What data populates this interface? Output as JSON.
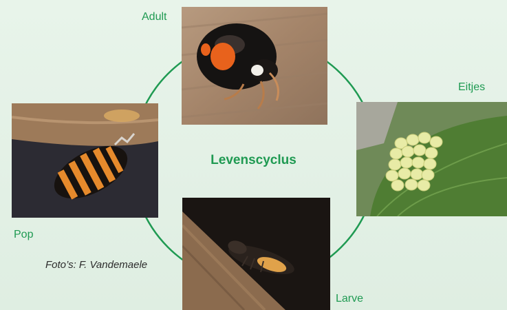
{
  "diagram": {
    "title": "Levenscyclus",
    "stages": {
      "adult": "Adult",
      "eggs": "Eitjes",
      "larva": "Larve",
      "pupa": "Pop"
    },
    "credit": "Foto’s: F. Vandemaele",
    "colors": {
      "accent": "#1f9a52",
      "background": "#e3f1e6"
    }
  }
}
